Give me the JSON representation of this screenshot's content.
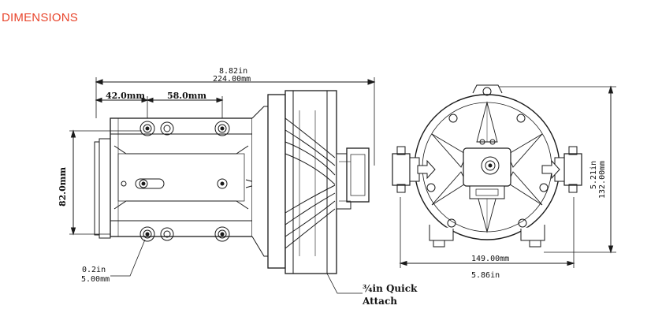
{
  "header": {
    "title": "DIMENSIONS",
    "title_color": "#e8452c"
  },
  "dimensions": {
    "overall_length_in": "8.82in",
    "overall_length_mm": "224.00mm",
    "hole_spacing_1": "42.0mm",
    "hole_spacing_2": "58.0mm",
    "mount_height": "82.0mm",
    "hole_dia_in": "0.2in",
    "hole_dia_mm": "5.00mm",
    "head_height_in": "5.21in",
    "head_height_mm": "132.00mm",
    "head_width_mm": "149.00mm",
    "head_width_in": "5.86in"
  },
  "callouts": {
    "quick_attach_line1": "¾in Quick",
    "quick_attach_line2": "Attach"
  },
  "icons": [
    "flow-arrow-left-icon",
    "flow-arrow-right-icon"
  ]
}
